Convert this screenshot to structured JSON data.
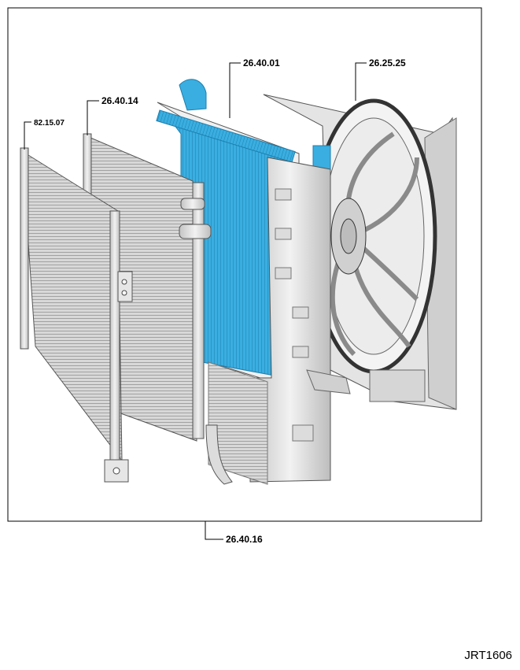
{
  "callouts": {
    "condenser": "82.15.07",
    "intercooler": "26.40.14",
    "radiator": "26.40.01",
    "fan_assembly": "26.25.25",
    "cooling_module": "26.40.16"
  },
  "figure_id": "JRT1606",
  "colors": {
    "frame": "#000000",
    "radiator_highlight": "#3aaee0",
    "part_body": "#e6e6e6",
    "part_shadow": "#9a9a9a"
  }
}
